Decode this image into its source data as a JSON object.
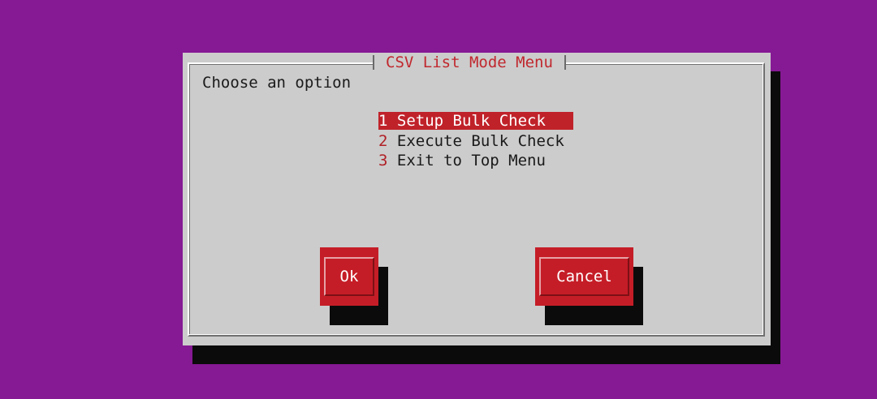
{
  "dialog": {
    "title": "CSV List Mode Menu",
    "prompt": "Choose an option"
  },
  "menu": {
    "items": [
      {
        "number": "1",
        "label": "Setup Bulk Check",
        "selected": true
      },
      {
        "number": "2",
        "label": "Execute Bulk Check",
        "selected": false
      },
      {
        "number": "3",
        "label": "Exit to Top Menu",
        "selected": false
      }
    ]
  },
  "buttons": {
    "ok_label": "Ok",
    "cancel_label": "Cancel"
  },
  "colors": {
    "background": "#861994",
    "dialog": "#cccccc",
    "accent": "#c51d27",
    "shadow": "#0b0b0b"
  }
}
